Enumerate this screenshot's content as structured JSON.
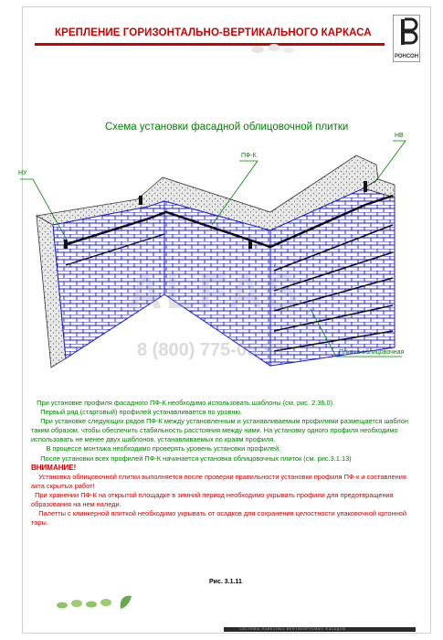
{
  "header": {
    "title": "КРЕПЛЕНИЕ ГОРИЗОНТАЛЬНО-ВЕРТИКАЛЬНОГО КАРКАСА",
    "logo_text": "РОНСОН"
  },
  "diagram": {
    "title": "Схема установки фасадной облицовочной плитки",
    "labels": {
      "nu": "НУ",
      "pf_k": "ПФ-К",
      "nv": "НВ",
      "tile": "Плитка облицовочная"
    }
  },
  "watermark": {
    "brand": "ALFAS",
    "phone": "8 (800) 775-05-93"
  },
  "body": {
    "p1": "При установке профиля фасадного ПФ-К необходимо использовать шаблоны (см. рис. 2.36.0).",
    "p2": "Первый ряд (стартовый) профилей устанавливается по уровню.",
    "p3": "При установке следующих рядов ПФ-К между установленным и устанавливаемым профилями размещается шаблон таким образом, чтобы обеспечить стабильность расстояния между ними. На установку одного профиля необходимо использовать не менее двух шаблонов, устанавливаемых по краям профиля.",
    "p4": "В процессе монтажа необходимо проверять уровень установки профилей.",
    "p5": "После установки всех профилей ПФ-К начинается установка облицовочных плиток (см. рис.3.1.13)",
    "warning_title": "ВНИМАНИЕ!",
    "w1": "Установка облицовочной плитки выполняется после проверки правильности установки профиля ПФ-к и составления акта скрытых работ!",
    "w2": "При хранении ПФ-К на открытой площадке в зимний период необходимо укрывать профили для предотвращения образования на нем наледи.",
    "w3": "Палетты с клинкерной плиткой необходимо укрывать от осадков для сохранения целостности упаковочной кртонной тары."
  },
  "caption": "Рис. 3.1.11",
  "footer": {
    "text": "СИСТЕМЫ НАВЕСНЫХ ВЕНТИЛИРУЕМЫХ ФАСАДОВ"
  },
  "colors": {
    "accent_red": "#cc0000",
    "text_green": "#008000",
    "brick_blue": "#1a1acc"
  }
}
